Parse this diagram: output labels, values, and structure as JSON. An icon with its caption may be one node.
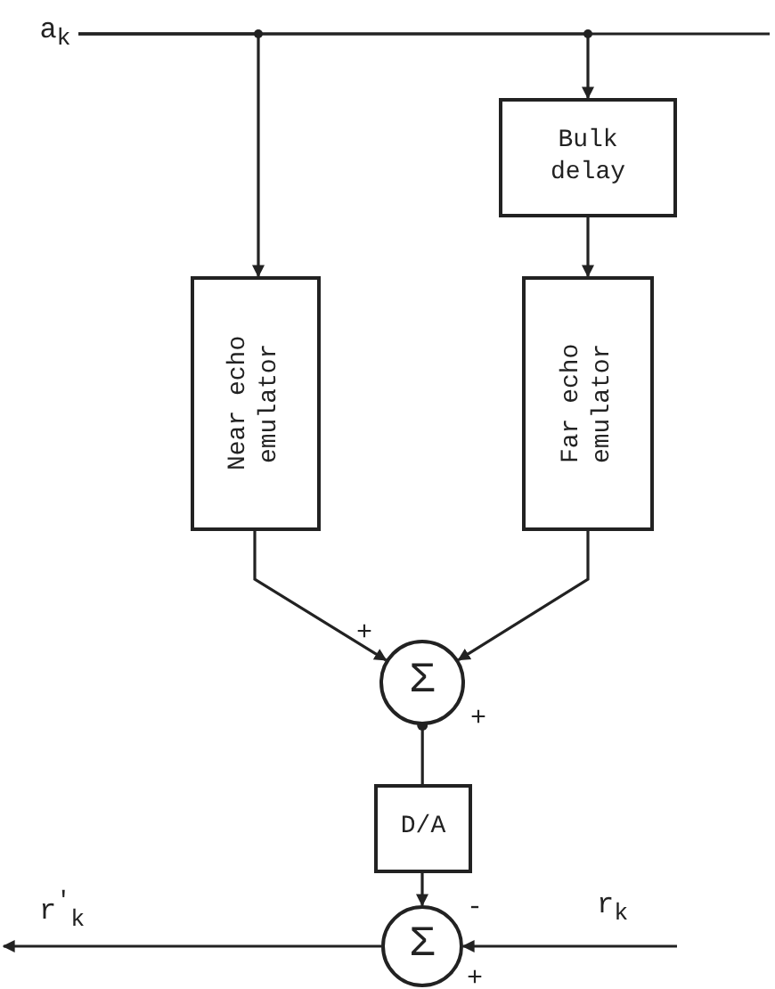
{
  "diagram": {
    "nodes": [
      {
        "text": [
          "a$_{k}$"
        ]
      },
      {
        "text": [
          "Bulk delay"
        ]
      },
      {
        "text": [
          "Near echo emulator"
        ]
      },
      {
        "text": [
          "Far echo emulator"
        ]
      },
      {
        "text": [
          "Σ"
        ]
      },
      {
        "text": [
          "D/A"
        ]
      },
      {
        "text": [
          "Σ"
        ]
      }
    ],
    "edges": [
      {
        "from": 0,
        "to": 2,
        "arrow": "to"
      },
      {
        "from": 0,
        "to": 1,
        "arrow": "to"
      },
      {
        "from": 0,
        "to": null,
        "arrow": "none"
      },
      {
        "from": 1,
        "to": 3,
        "arrow": "to"
      },
      {
        "from": 2,
        "to": 4,
        "arrow": "to"
      },
      {
        "from": 3,
        "to": 4,
        "arrow": "to"
      },
      {
        "from": 4,
        "to": 5,
        "arrow": "other"
      },
      {
        "from": 5,
        "to": 6,
        "arrow": "to"
      },
      {
        "from": 6,
        "to": null,
        "arrow": "to",
        "label": "r$^{'}$$_{k}$"
      },
      {
        "from": null,
        "to": 6,
        "arrow": "to",
        "label": "r$_{k}$"
      }
    ],
    "labels": [
      "+",
      "+",
      "-",
      "+"
    ]
  }
}
